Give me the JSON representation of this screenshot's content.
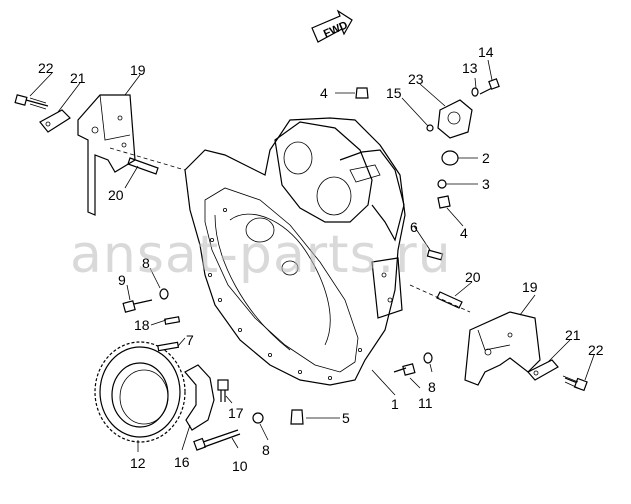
{
  "direction_arrow": {
    "text": "FWD"
  },
  "watermark": {
    "text": "ansat-parts.ru"
  },
  "callouts": [
    {
      "id": "c1",
      "text": "1"
    },
    {
      "id": "c2",
      "text": "2"
    },
    {
      "id": "c3",
      "text": "3"
    },
    {
      "id": "c4a",
      "text": "4"
    },
    {
      "id": "c4b",
      "text": "4"
    },
    {
      "id": "c5",
      "text": "5"
    },
    {
      "id": "c6",
      "text": "6"
    },
    {
      "id": "c7",
      "text": "7"
    },
    {
      "id": "c8a",
      "text": "8"
    },
    {
      "id": "c8b",
      "text": "8"
    },
    {
      "id": "c8c",
      "text": "8"
    },
    {
      "id": "c9",
      "text": "9"
    },
    {
      "id": "c10",
      "text": "10"
    },
    {
      "id": "c11",
      "text": "11"
    },
    {
      "id": "c12",
      "text": "12"
    },
    {
      "id": "c13",
      "text": "13"
    },
    {
      "id": "c14",
      "text": "14"
    },
    {
      "id": "c15",
      "text": "15"
    },
    {
      "id": "c16",
      "text": "16"
    },
    {
      "id": "c17",
      "text": "17"
    },
    {
      "id": "c18",
      "text": "18"
    },
    {
      "id": "c19a",
      "text": "19"
    },
    {
      "id": "c19b",
      "text": "19"
    },
    {
      "id": "c20a",
      "text": "20"
    },
    {
      "id": "c20b",
      "text": "20"
    },
    {
      "id": "c21a",
      "text": "21"
    },
    {
      "id": "c21b",
      "text": "21"
    },
    {
      "id": "c22a",
      "text": "22"
    },
    {
      "id": "c22b",
      "text": "22"
    },
    {
      "id": "c23",
      "text": "23"
    }
  ]
}
